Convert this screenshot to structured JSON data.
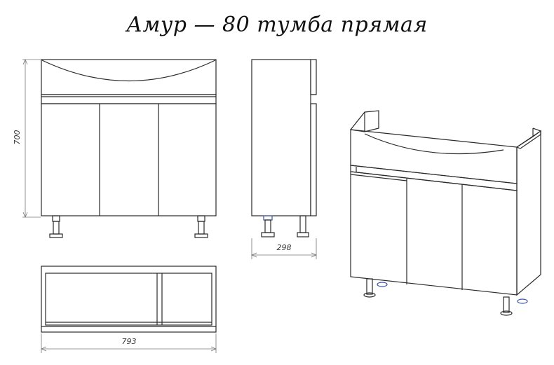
{
  "title": "Амур — 80 тумба прямая",
  "dimensions": {
    "height": "700",
    "depth": "298",
    "width": "793"
  },
  "colors": {
    "line": "#2a2a2a",
    "dim_line": "#777777",
    "foot_accent": "#3b55a8"
  }
}
